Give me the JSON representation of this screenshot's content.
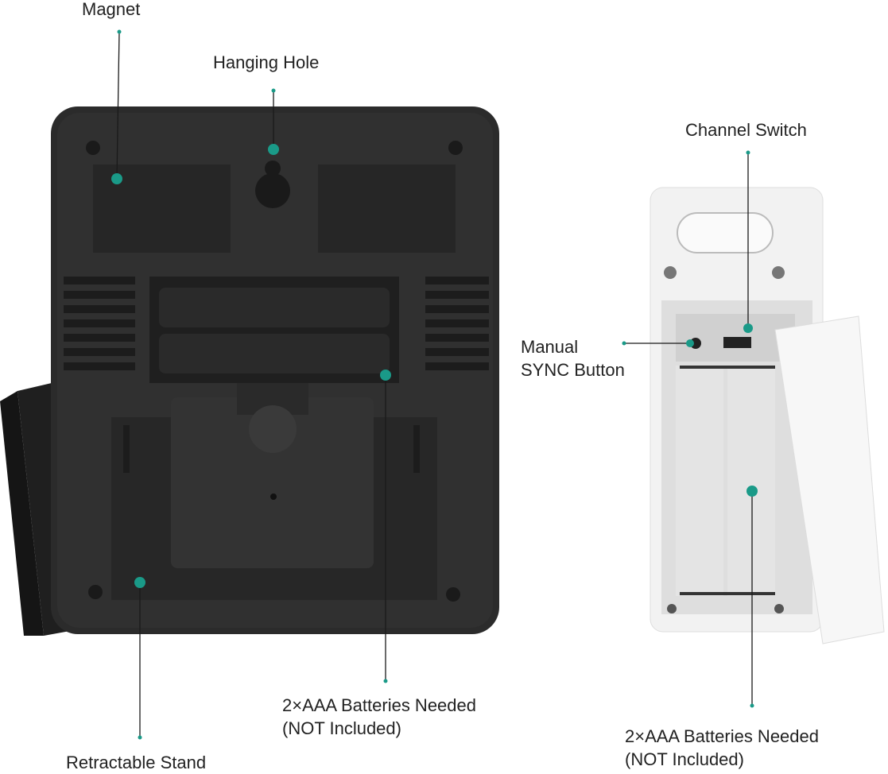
{
  "labels": {
    "magnet": "Magnet",
    "hanging_hole": "Hanging Hole",
    "channel_switch": "Channel Switch",
    "manual_sync_line1": "Manual",
    "manual_sync_line2": "SYNC Button",
    "batteries_main_line1": "2×AAA Batteries Needed",
    "batteries_main_line2": "(NOT Included)",
    "batteries_sensor_line1": "2×AAA Batteries Needed",
    "batteries_sensor_line2": "(NOT Included)",
    "retractable_stand": "Retractable Stand"
  },
  "colors": {
    "callout": "#1a9a88",
    "main_unit": "#2b2b2b",
    "sensor_unit": "#f2f2f2"
  }
}
